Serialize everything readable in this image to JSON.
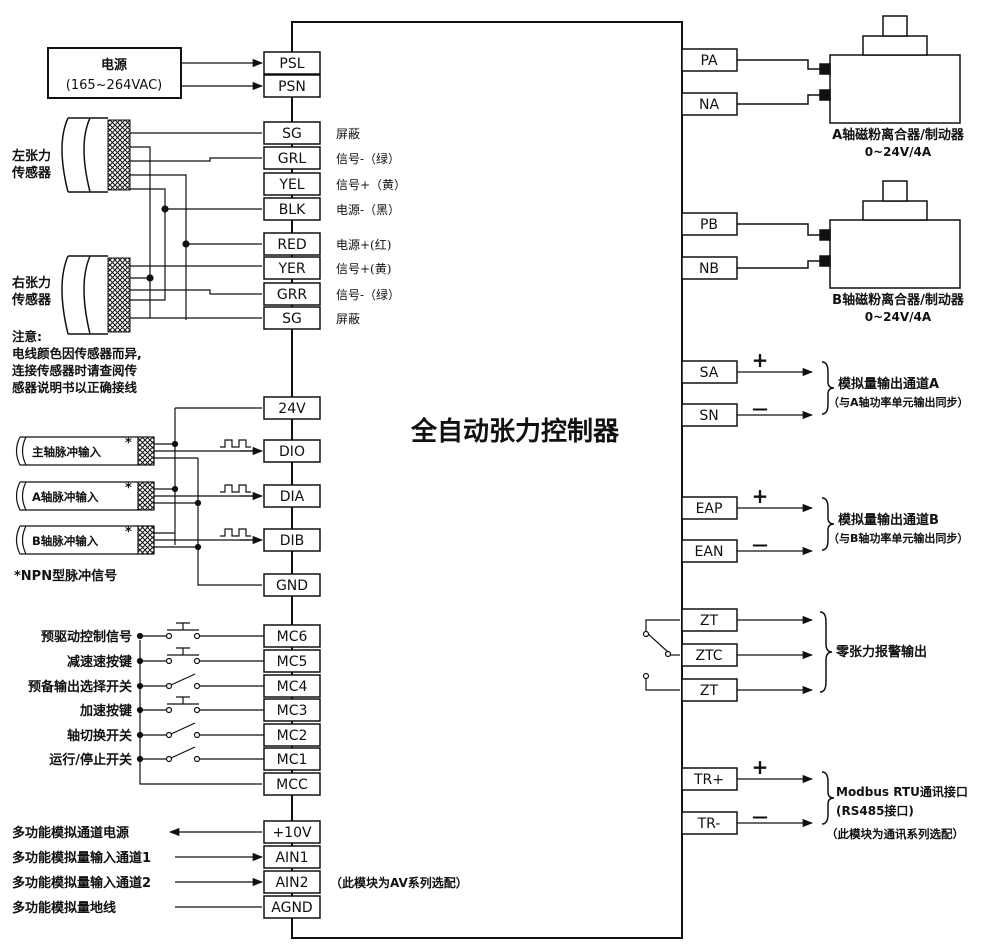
{
  "title": "全自动张力控制器",
  "power": {
    "line1": "电源",
    "line2": "(165~264VAC)"
  },
  "left_terminals": [
    {
      "id": "psl",
      "label": "PSL"
    },
    {
      "id": "psn",
      "label": "PSN"
    },
    {
      "id": "sg1",
      "label": "SG",
      "desc": "屏蔽"
    },
    {
      "id": "grl",
      "label": "GRL",
      "desc": "信号-（绿）"
    },
    {
      "id": "yel",
      "label": "YEL",
      "desc": "信号+（黄）"
    },
    {
      "id": "blk",
      "label": "BLK",
      "desc": "电源-（黑）"
    },
    {
      "id": "red",
      "label": "RED",
      "desc": "电源+(红)"
    },
    {
      "id": "yer",
      "label": "YER",
      "desc": "信号+(黄)"
    },
    {
      "id": "grr",
      "label": "GRR",
      "desc": "信号-（绿）"
    },
    {
      "id": "sg2",
      "label": "SG",
      "desc": "屏蔽"
    },
    {
      "id": "v24",
      "label": "24V"
    },
    {
      "id": "dio",
      "label": "DIO"
    },
    {
      "id": "dia",
      "label": "DIA"
    },
    {
      "id": "dib",
      "label": "DIB"
    },
    {
      "id": "gnd",
      "label": "GND"
    },
    {
      "id": "mc6",
      "label": "MC6"
    },
    {
      "id": "mc5",
      "label": "MC5"
    },
    {
      "id": "mc4",
      "label": "MC4"
    },
    {
      "id": "mc3",
      "label": "MC3"
    },
    {
      "id": "mc2",
      "label": "MC2"
    },
    {
      "id": "mc1",
      "label": "MC1"
    },
    {
      "id": "mcc",
      "label": "MCC"
    },
    {
      "id": "p10v",
      "label": "+10V"
    },
    {
      "id": "ain1",
      "label": "AIN1"
    },
    {
      "id": "ain2",
      "label": "AIN2"
    },
    {
      "id": "agnd",
      "label": "AGND"
    }
  ],
  "right_terminals": [
    {
      "id": "pa",
      "label": "PA"
    },
    {
      "id": "na",
      "label": "NA"
    },
    {
      "id": "pb",
      "label": "PB"
    },
    {
      "id": "nb",
      "label": "NB"
    },
    {
      "id": "sa",
      "label": "SA"
    },
    {
      "id": "sn",
      "label": "SN"
    },
    {
      "id": "eap",
      "label": "EAP"
    },
    {
      "id": "ean",
      "label": "EAN"
    },
    {
      "id": "zt1",
      "label": "ZT"
    },
    {
      "id": "ztc",
      "label": "ZTC"
    },
    {
      "id": "zt2",
      "label": "ZT"
    },
    {
      "id": "trp",
      "label": "TR+"
    },
    {
      "id": "trn",
      "label": "TR-"
    }
  ],
  "sensors": {
    "left": [
      "左张力",
      "传感器"
    ],
    "right": [
      "右张力",
      "传感器"
    ]
  },
  "note": [
    "注意:",
    "电线颜色因传感器而异,",
    "连接传感器时请查阅传",
    "感器说明书以正确接线"
  ],
  "pulse_inputs": [
    "主轴脉冲输入",
    "A轴脉冲输入",
    "B轴脉冲输入"
  ],
  "pulse_star": "*",
  "npn_note": "*NPN型脉冲信号",
  "mc_labels": [
    "预驱动控制信号",
    "减速速按键",
    "预备输出选择开关",
    "加速按键",
    "轴切换开关",
    "运行/停止开关"
  ],
  "analog_left": [
    "多功能模拟通道电源",
    "多功能模拟量输入通道1",
    "多功能模拟量输入通道2",
    "多功能模拟量地线"
  ],
  "av_note": "（此模块为AV系列选配）",
  "clutch_a": [
    "A轴磁粉离合器/制动器",
    "0~24V/4A"
  ],
  "clutch_b": [
    "B轴磁粉离合器/制动器",
    "0~24V/4A"
  ],
  "analog_out_a": [
    "模拟量输出通道A",
    "（与A轴功率单元输出同步）"
  ],
  "analog_out_b": [
    "模拟量输出通道B",
    "（与B轴功率单元输出同步）"
  ],
  "zero_alarm": "零张力报警输出",
  "modbus": [
    "Modbus RTU通讯接口",
    "(RS485接口)",
    "（此模块为通讯系列选配）"
  ],
  "plus_sign": "+",
  "minus_sign": "—"
}
